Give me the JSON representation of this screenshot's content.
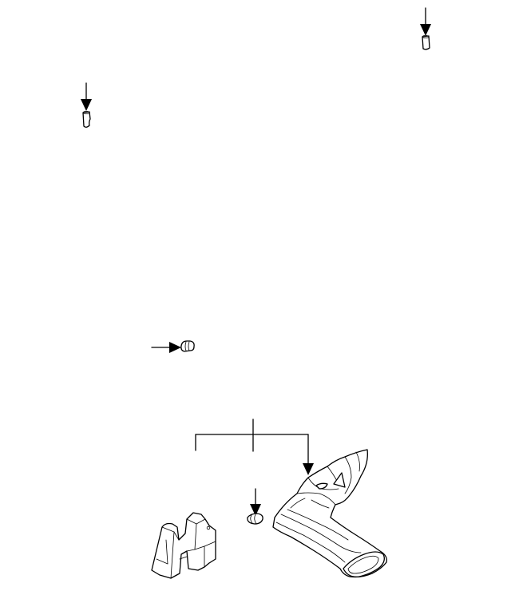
{
  "colors": {
    "background": "#ffffff",
    "line": "#000000"
  },
  "parts": [
    {
      "name": "clip-top-right",
      "icon": "pin-clip-icon"
    },
    {
      "name": "clip-top-left",
      "icon": "pin-clip-icon"
    },
    {
      "name": "clip-middle",
      "icon": "push-clip-icon"
    },
    {
      "name": "bracket",
      "icon": "bracket-icon"
    },
    {
      "name": "clip-bottom",
      "icon": "push-clip-icon"
    },
    {
      "name": "air-duct",
      "icon": "duct-icon"
    }
  ]
}
